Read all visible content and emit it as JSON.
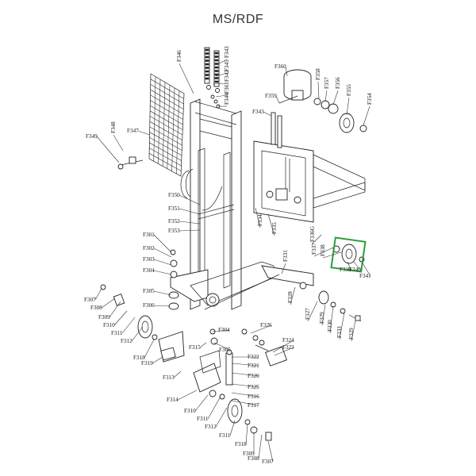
{
  "title": "MS/RDF",
  "labels": [
    {
      "id": "F343a",
      "text": "F343"
    },
    {
      "id": "F346",
      "text": "F346"
    },
    {
      "id": "F345",
      "text": "F345"
    },
    {
      "id": "F342",
      "text": "F342"
    },
    {
      "id": "F361",
      "text": "F361"
    },
    {
      "id": "F344",
      "text": "F344"
    },
    {
      "id": "F360",
      "text": "F360"
    },
    {
      "id": "F358",
      "text": "F358"
    },
    {
      "id": "F357",
      "text": "F357"
    },
    {
      "id": "F356",
      "text": "F356"
    },
    {
      "id": "F355",
      "text": "F355"
    },
    {
      "id": "F354",
      "text": "F354"
    },
    {
      "id": "F359",
      "text": "F359"
    },
    {
      "id": "F343b",
      "text": "F343"
    },
    {
      "id": "F347",
      "text": "F347"
    },
    {
      "id": "F348",
      "text": "F348"
    },
    {
      "id": "F349",
      "text": "F349"
    },
    {
      "id": "F350",
      "text": "F350"
    },
    {
      "id": "F351",
      "text": "F351"
    },
    {
      "id": "F352",
      "text": "F352"
    },
    {
      "id": "F353",
      "text": "F353"
    },
    {
      "id": "F334",
      "text": "F334"
    },
    {
      "id": "F335",
      "text": "F335"
    },
    {
      "id": "F336G",
      "text": "F336G"
    },
    {
      "id": "F337",
      "text": "F337"
    },
    {
      "id": "F338",
      "text": "F338"
    },
    {
      "id": "F339",
      "text": "F339"
    },
    {
      "id": "F340",
      "text": "F340"
    },
    {
      "id": "F341",
      "text": "F341"
    },
    {
      "id": "F301",
      "text": "F301"
    },
    {
      "id": "F302",
      "text": "F302"
    },
    {
      "id": "F303",
      "text": "F303"
    },
    {
      "id": "F304a",
      "text": "F304"
    },
    {
      "id": "F331",
      "text": "F331"
    },
    {
      "id": "F305",
      "text": "F305"
    },
    {
      "id": "F306",
      "text": "F306"
    },
    {
      "id": "F307a",
      "text": "F307"
    },
    {
      "id": "F308a",
      "text": "F308"
    },
    {
      "id": "F309",
      "text": "F309"
    },
    {
      "id": "F310a",
      "text": "F310"
    },
    {
      "id": "F311a",
      "text": "F311"
    },
    {
      "id": "F312a",
      "text": "F312"
    },
    {
      "id": "F318a",
      "text": "F318"
    },
    {
      "id": "F319",
      "text": "F319"
    },
    {
      "id": "F313",
      "text": "F313"
    },
    {
      "id": "F315",
      "text": "F315"
    },
    {
      "id": "F304b",
      "text": "F304"
    },
    {
      "id": "F365",
      "text": "F365"
    },
    {
      "id": "F326",
      "text": "F326"
    },
    {
      "id": "F322",
      "text": "F322"
    },
    {
      "id": "F321",
      "text": "F321"
    },
    {
      "id": "F324",
      "text": "F324"
    },
    {
      "id": "F323",
      "text": "F323"
    },
    {
      "id": "F320",
      "text": "F320"
    },
    {
      "id": "F325",
      "text": "F325"
    },
    {
      "id": "F328",
      "text": "F328"
    },
    {
      "id": "F327",
      "text": "F327"
    },
    {
      "id": "F329a",
      "text": "F329"
    },
    {
      "id": "F330",
      "text": "F330"
    },
    {
      "id": "F333",
      "text": "F333"
    },
    {
      "id": "F329b",
      "text": "F329"
    },
    {
      "id": "F316",
      "text": "F316"
    },
    {
      "id": "F317",
      "text": "F317"
    },
    {
      "id": "F314",
      "text": "F314"
    },
    {
      "id": "F310b",
      "text": "F310"
    },
    {
      "id": "F311b",
      "text": "F311"
    },
    {
      "id": "F312b",
      "text": "F312"
    },
    {
      "id": "F311c",
      "text": "F311"
    },
    {
      "id": "F318b",
      "text": "F318"
    },
    {
      "id": "F309b",
      "text": "F309"
    },
    {
      "id": "F308b",
      "text": "F308"
    },
    {
      "id": "F307b",
      "text": "F307"
    }
  ],
  "highlight": {
    "part": "F339 / F340 wheel",
    "color": "#2a9d3a"
  }
}
